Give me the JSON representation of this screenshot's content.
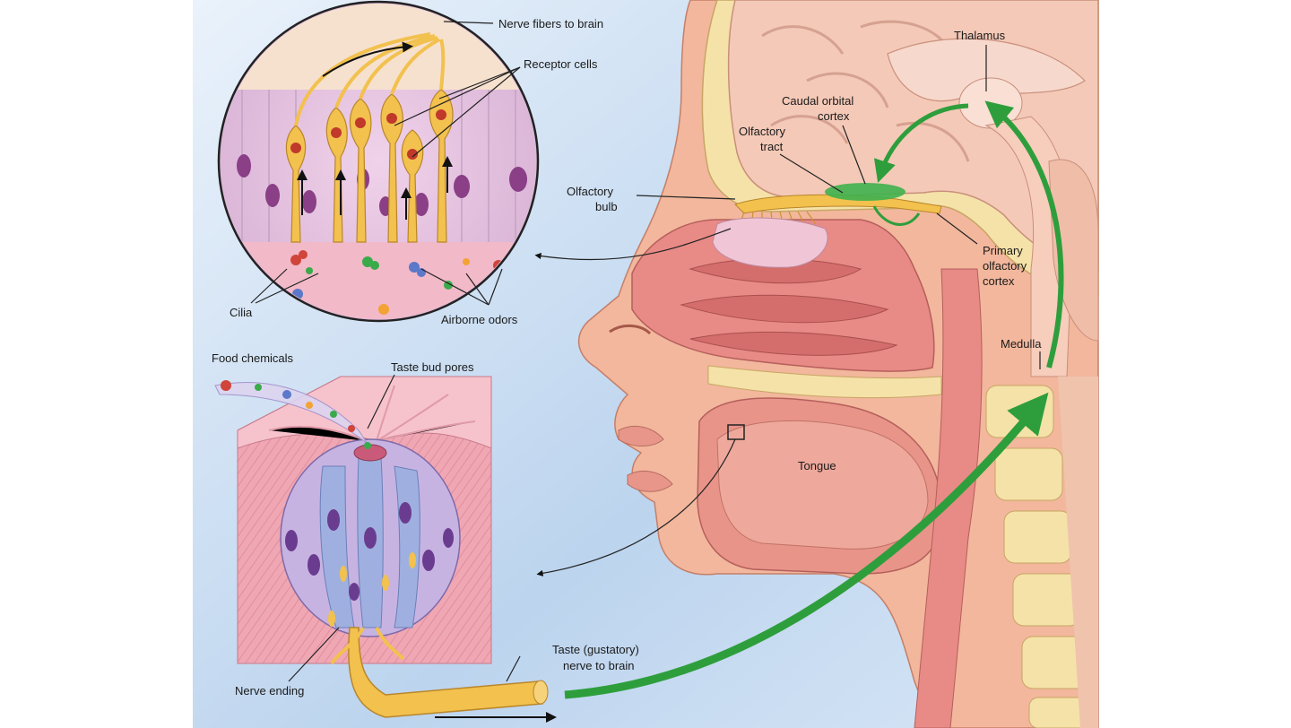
{
  "labels": {
    "nerve_fibers": "Nerve fibers to brain",
    "receptor_cells": "Receptor cells",
    "thalamus": "Thalamus",
    "caudal_orbital_1": "Caudal orbital",
    "caudal_orbital_2": "cortex",
    "olfactory_tract_1": "Olfactory",
    "olfactory_tract_2": "tract",
    "olfactory_bulb_1": "Olfactory",
    "olfactory_bulb_2": "bulb",
    "primary_olfactory_1": "Primary",
    "primary_olfactory_2": "olfactory",
    "primary_olfactory_3": "cortex",
    "cilia": "Cilia",
    "airborne_odors": "Airborne odors",
    "medulla": "Medulla",
    "food_chemicals": "Food chemicals",
    "taste_bud_pores": "Taste bud pores",
    "tongue": "Tongue",
    "taste_nerve_1": "Taste (gustatory)",
    "taste_nerve_2": "nerve to brain",
    "nerve_ending": "Nerve ending"
  },
  "colors": {
    "background_blue": "#cfe0f2",
    "skin": "#f2b79c",
    "mucosa": "#e88a86",
    "bone": "#f5e2a8",
    "brain": "#f4c9b7",
    "receptor_yellow": "#f2c14e",
    "pathway_green": "#2e9e3c",
    "taste_bud_purple": "#b6a3d6"
  }
}
